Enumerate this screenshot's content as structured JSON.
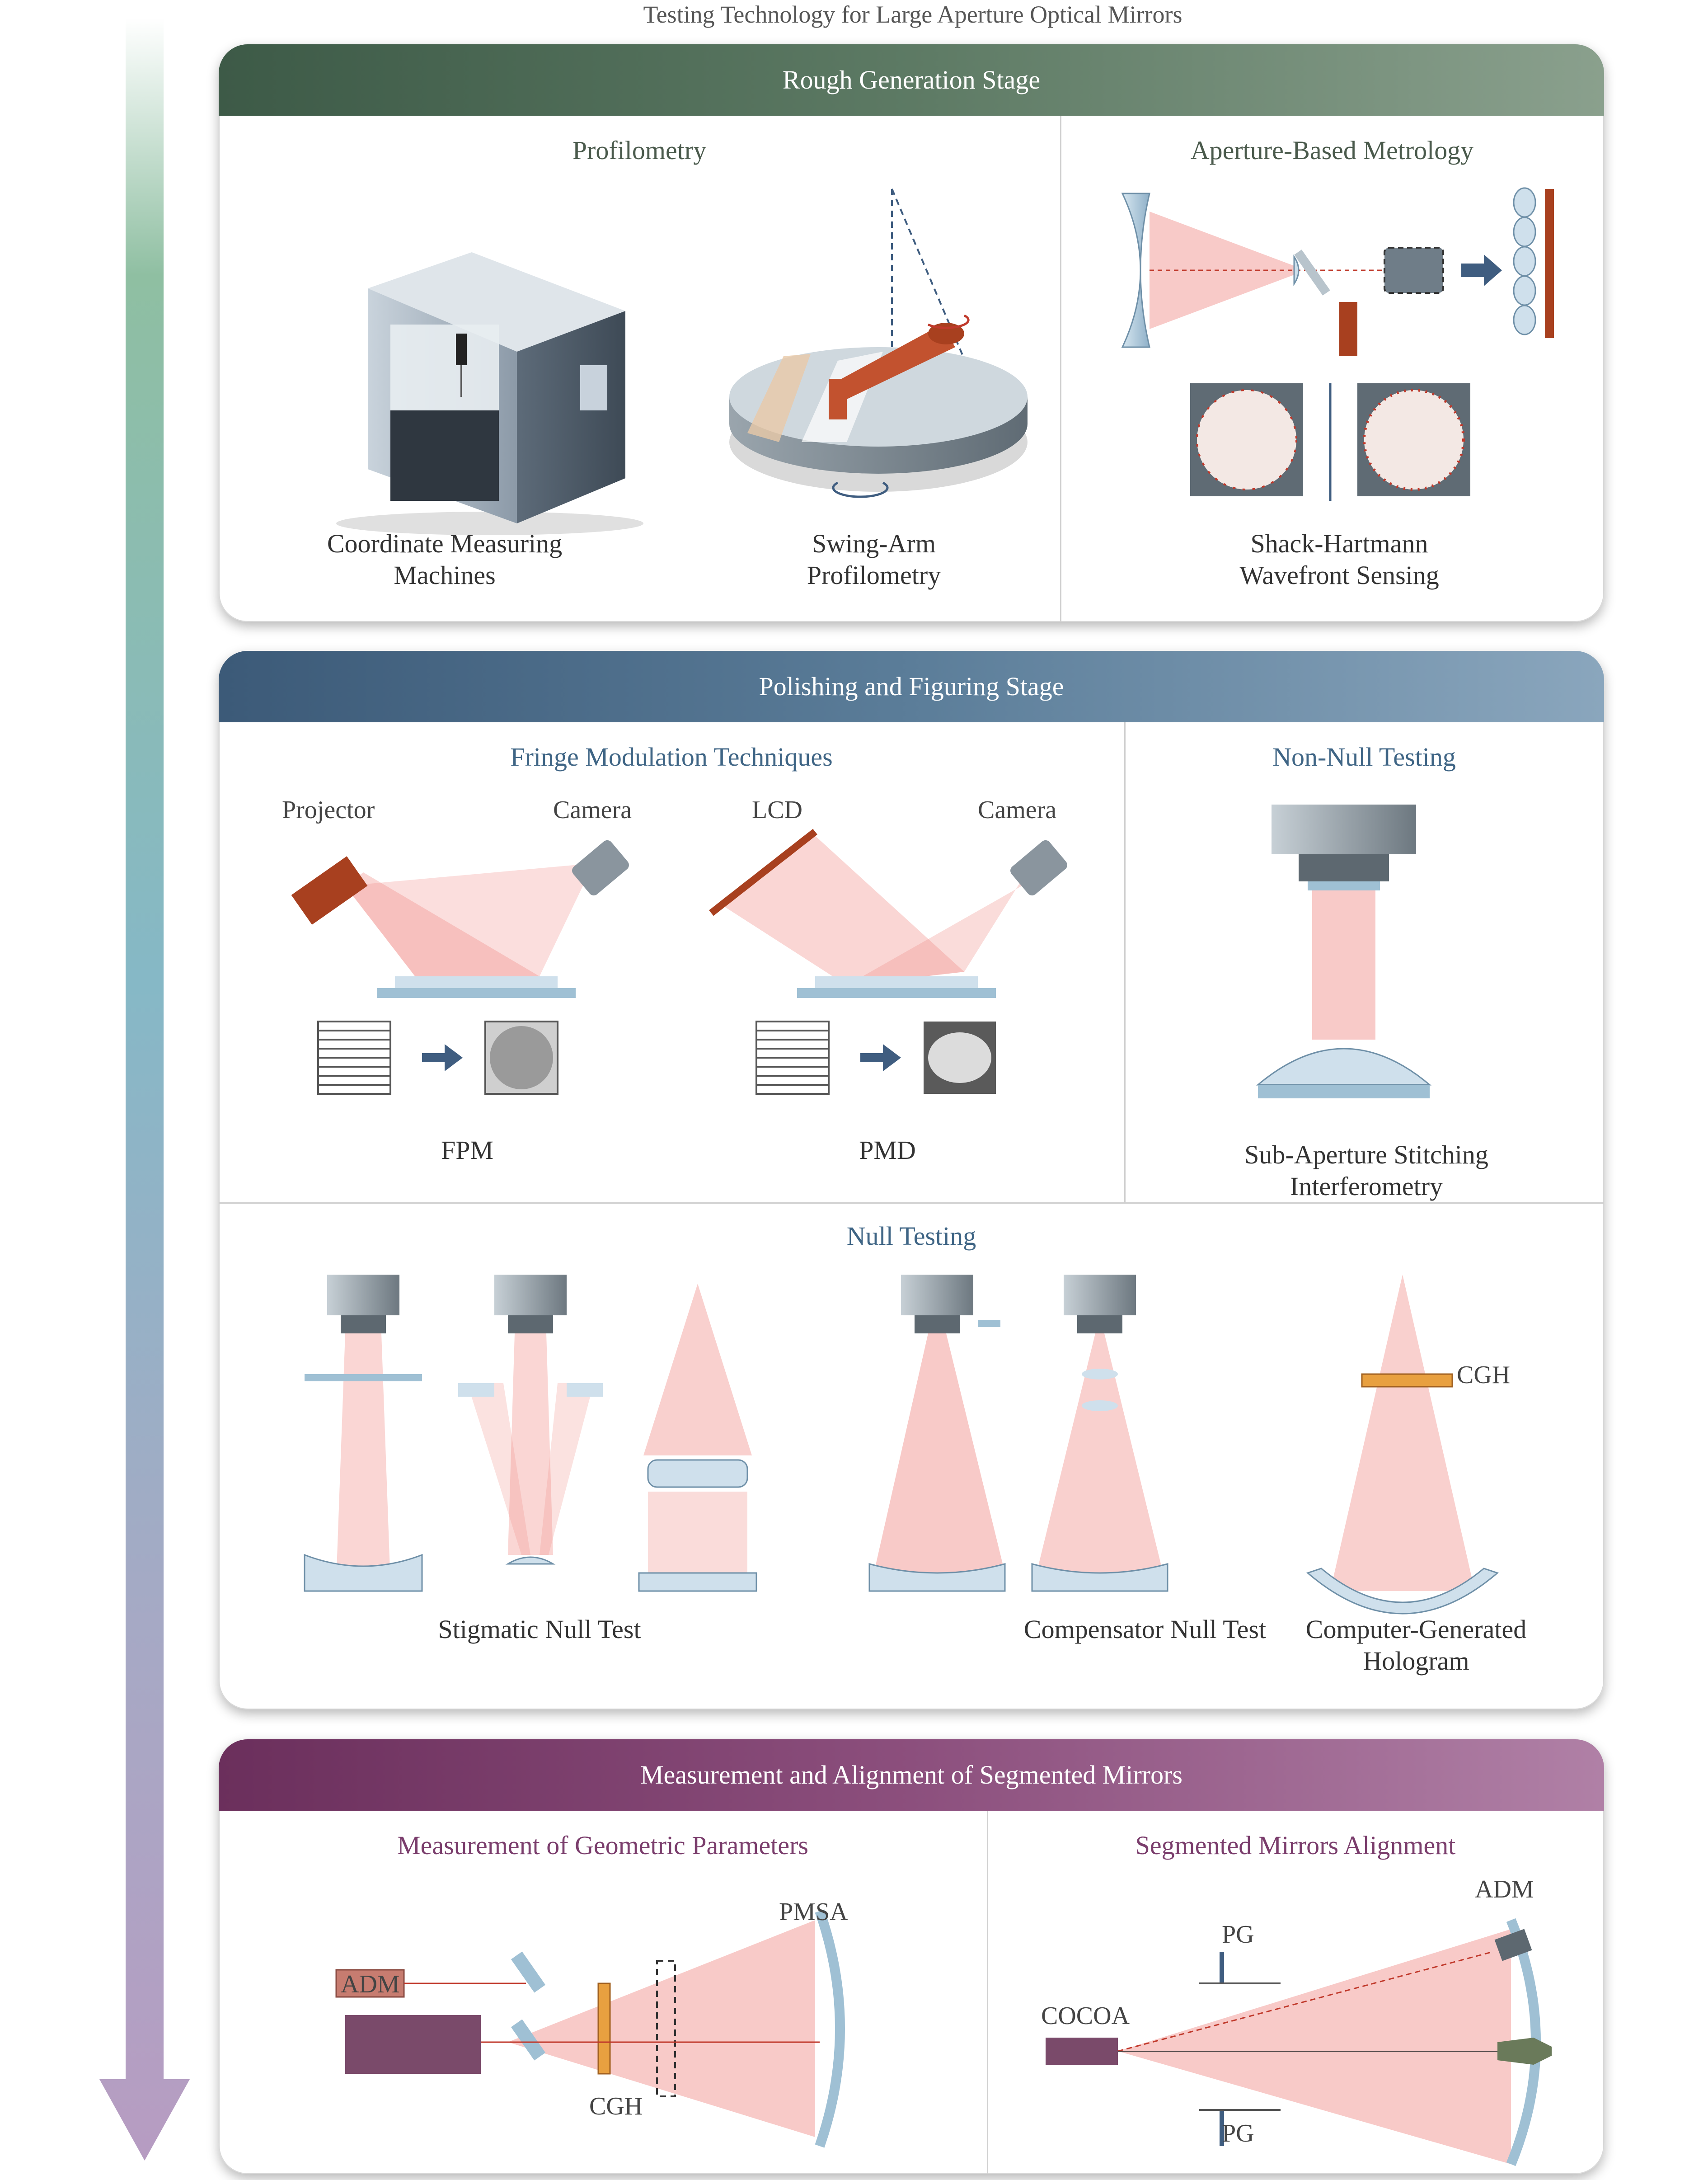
{
  "title": "Testing Technology for Large Aperture Optical Mirrors",
  "stage1": {
    "header": "Rough Generation Stage",
    "profilometry": "Profilometry",
    "cmm_line1": "Coordinate Measuring",
    "cmm_line2": "Machines",
    "swing_line1": "Swing-Arm",
    "swing_line2": "Profilometry",
    "aperture": "Aperture-Based Metrology",
    "sh_line1": "Shack-Hartmann",
    "sh_line2": "Wavefront Sensing"
  },
  "stage2": {
    "header": "Polishing and Figuring Stage",
    "fringe": "Fringe Modulation Techniques",
    "projector": "Projector",
    "camera1": "Camera",
    "lcd": "LCD",
    "camera2": "Camera",
    "fpm": "FPM",
    "pmd": "PMD",
    "nonnull": "Non-Null Testing",
    "ssi_line1": "Sub-Aperture Stitching",
    "ssi_line2": "Interferometry",
    "null": "Null Testing",
    "stigmatic": "Stigmatic Null Test",
    "compensator": "Compensator Null Test",
    "cgh_tag": "CGH",
    "cgh_line1": "Computer-Generated",
    "cgh_line2": "Hologram"
  },
  "stage3": {
    "header": "Measurement and Alignment of Segmented Mirrors",
    "geometric": "Measurement of Geometric Parameters",
    "alignment": "Segmented Mirrors Alignment",
    "adm1": "ADM",
    "pmsa": "PMSA",
    "cgh": "CGH",
    "adm2": "ADM",
    "pg1": "PG",
    "cocoa": "COCOA",
    "pg2": "PG"
  },
  "colors": {
    "stage1": "#5d7a64",
    "stage2": "#5b7d99",
    "stage3": "#8c4f7d",
    "beam": "#f08a84",
    "arrow_top": "#ffffff",
    "arrow_mid": "#86b7a8",
    "arrow_bottom": "#b79cc2"
  }
}
